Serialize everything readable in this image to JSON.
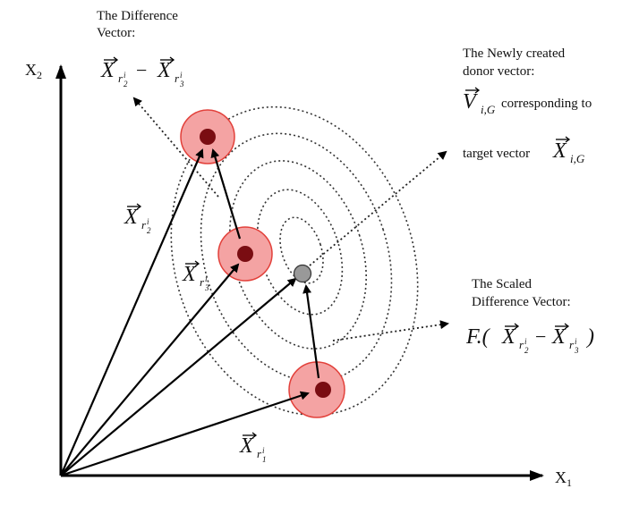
{
  "axes": {
    "x_label": "X",
    "x_sub": "1",
    "y_label": "X",
    "y_sub": "2"
  },
  "labels": {
    "difference_vector_line1": "The Difference",
    "difference_vector_line2": "Vector:",
    "donor_line1": "The Newly created",
    "donor_line2": "donor vector:",
    "donor_corresponding": "corresponding to",
    "target_vector": "target vector",
    "scaled_line1": "The Scaled",
    "scaled_line2": "Difference Vector:"
  },
  "math": {
    "X": "X",
    "V": "V",
    "sub_r": "r",
    "sub_1": "1",
    "sub_2": "2",
    "sub_3": "3",
    "sup_i": "i",
    "sub_iG": "i,G",
    "minus": "−",
    "F_dot": "F.(",
    "close_paren": ")"
  },
  "colors": {
    "population_circle_fill": "#f4a3a3",
    "population_circle_stroke": "#e2403a",
    "point_fill": "#7a0d12",
    "donor_point_fill": "#999999",
    "line": "#000000"
  }
}
